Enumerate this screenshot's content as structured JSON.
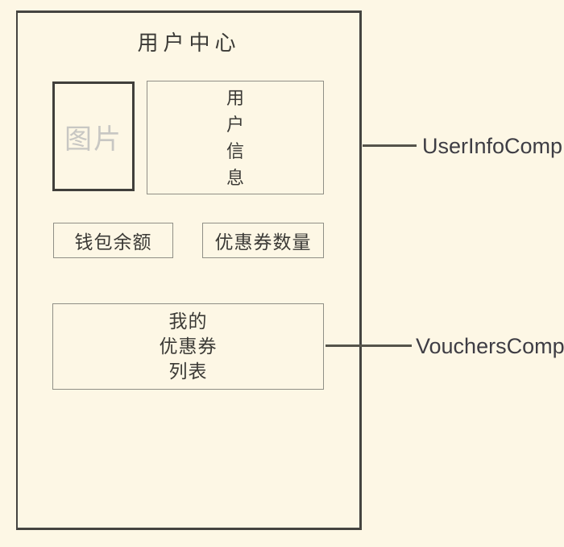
{
  "diagram": {
    "title": "用户中心",
    "image_placeholder_label": "图片",
    "user_info_box_lines": [
      "用",
      "户",
      "信",
      "息"
    ],
    "wallet_balance_label": "钱包余额",
    "voucher_count_label": "优惠券数量",
    "voucher_list_lines": [
      "我的",
      "优惠券",
      "列表"
    ]
  },
  "annotations": {
    "user_info_comp": "UserInfoComp",
    "vouchers_comp": "VouchersComp"
  },
  "colors": {
    "background": "#fdf7e5",
    "frame_border": "#454440",
    "dark_box_border": "#403f3b",
    "light_box_border": "#908f86",
    "text": "#3b3a36",
    "placeholder_text": "#c8c7c3",
    "callout_line": "#55544b",
    "annotation_text": "#3e3d44"
  }
}
